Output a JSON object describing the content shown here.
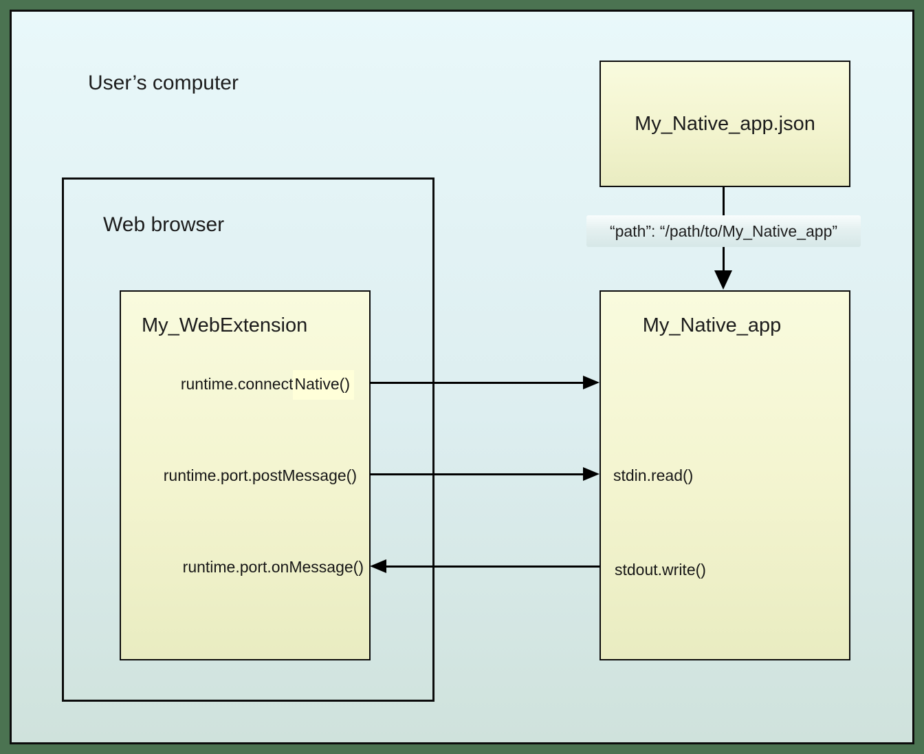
{
  "labels": {
    "computer": "User’s computer",
    "browser": "Web browser"
  },
  "manifest_box": {
    "title": "My_Native_app.json"
  },
  "path_annotation": "“path”: “/path/to/My_Native_app”",
  "extension_box": {
    "title": "My_WebExtension",
    "connect_prefix": "runtime.connect",
    "connect_highlight": "Native()",
    "post_message": "runtime.port.postMessage()",
    "on_message": "runtime.port.onMessage()"
  },
  "native_box": {
    "title": "My_Native_app",
    "stdin": "stdin.read()",
    "stdout": "stdout.write()"
  },
  "colors": {
    "frame_green": "#4b7351",
    "bg_top": "#e9f8fa",
    "bg_bottom": "#cfe2dc",
    "panel_top": "#f9fbde",
    "panel_bottom": "#e9ecc1",
    "band_top": "#f9fdfd",
    "band_bottom": "#d6e7e7",
    "highlight": "#ffffd9",
    "line": "#000000"
  }
}
